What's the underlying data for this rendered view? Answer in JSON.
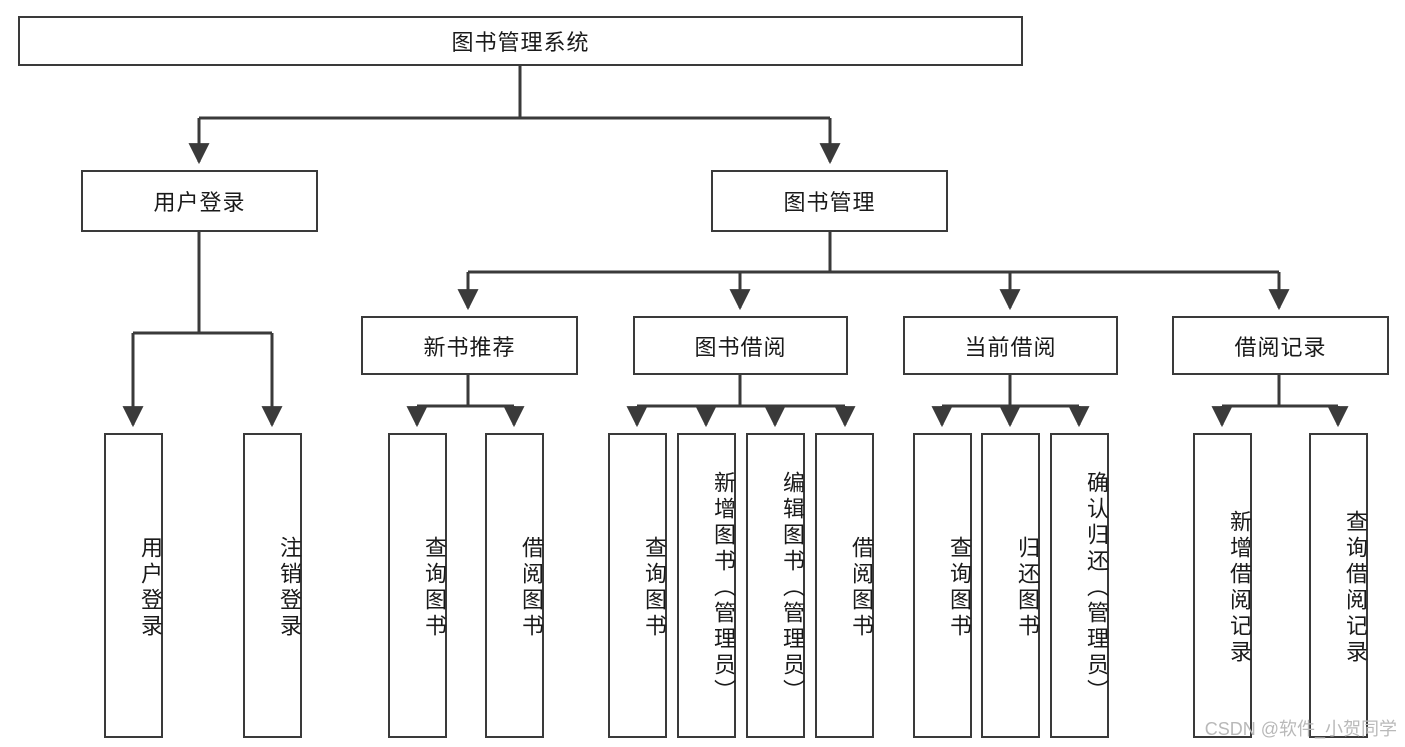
{
  "diagram": {
    "type": "tree",
    "title": "图书管理系统",
    "watermark": "CSDN @软件_小贺同学",
    "root": {
      "label": "图书管理系统",
      "orientation": "horizontal"
    },
    "level2": [
      {
        "label": "用户登录",
        "orientation": "horizontal"
      },
      {
        "label": "图书管理",
        "orientation": "horizontal"
      }
    ],
    "level3": [
      {
        "label": "新书推荐",
        "orientation": "horizontal"
      },
      {
        "label": "图书借阅",
        "orientation": "horizontal"
      },
      {
        "label": "当前借阅",
        "orientation": "horizontal"
      },
      {
        "label": "借阅记录",
        "orientation": "horizontal"
      }
    ],
    "leaves": {
      "user_login": [
        {
          "label": "用户登录",
          "orientation": "vertical"
        },
        {
          "label": "注销登录",
          "orientation": "vertical"
        }
      ],
      "new_book_recommend": [
        {
          "label": "查询图书",
          "orientation": "vertical"
        },
        {
          "label": "借阅图书",
          "orientation": "vertical"
        }
      ],
      "book_borrow": [
        {
          "label": "查询图书",
          "orientation": "vertical"
        },
        {
          "label": "新增图书（管理员）",
          "orientation": "vertical"
        },
        {
          "label": "编辑图书（管理员）",
          "orientation": "vertical"
        },
        {
          "label": "借阅图书",
          "orientation": "vertical"
        }
      ],
      "current_borrow": [
        {
          "label": "查询图书",
          "orientation": "vertical"
        },
        {
          "label": "归还图书",
          "orientation": "vertical"
        },
        {
          "label": "确认归还（管理员）",
          "orientation": "vertical"
        }
      ],
      "borrow_record": [
        {
          "label": "新增借阅记录",
          "orientation": "vertical"
        },
        {
          "label": "查询借阅记录",
          "orientation": "vertical"
        }
      ]
    },
    "colors": {
      "stroke": "#3a3a3a",
      "fill": "#ffffff",
      "text": "#1a1a1a",
      "watermark": "#b9b9b9"
    }
  }
}
